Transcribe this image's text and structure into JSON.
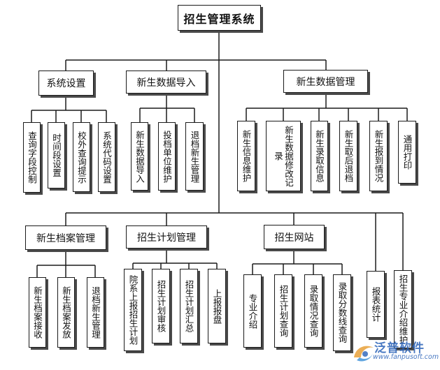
{
  "diagram": {
    "root": "招生管理系统",
    "groups": {
      "system_settings": {
        "label": "系统设置",
        "children": [
          "查询字段控制",
          "时间段设置",
          "校外查询提示",
          "系统代码设置"
        ]
      },
      "data_import": {
        "label": "新生数据导入",
        "children": [
          "新生数据导入",
          "投档单位维护",
          "退档新生管理"
        ]
      },
      "data_management": {
        "label": "新生数据管理",
        "children": [
          "新生信息维护",
          "新生数据修改记录",
          "新生录取信息",
          "新生取后退档",
          "新生报到情况",
          "通用打印"
        ]
      },
      "archive_management": {
        "label": "新生档案管理",
        "children": [
          "新生档案接收",
          "新生档案发放",
          "退档新生管理"
        ]
      },
      "plan_management": {
        "label": "招生计划管理",
        "children": [
          "院系上报招生计划",
          "招生计划审核",
          "招生计划汇总",
          "上报报盘"
        ]
      },
      "website": {
        "label": "招生网站",
        "children": [
          "专业介绍",
          "招生计划查询",
          "录取情况查询",
          "录取分数线查询"
        ]
      }
    },
    "standalone": [
      "报表统计",
      "招生专业介绍维护"
    ]
  },
  "watermark": {
    "brand": "泛普软件",
    "url": "www.fanpusoft.com",
    "icon": "fanpu-logo-icon"
  }
}
